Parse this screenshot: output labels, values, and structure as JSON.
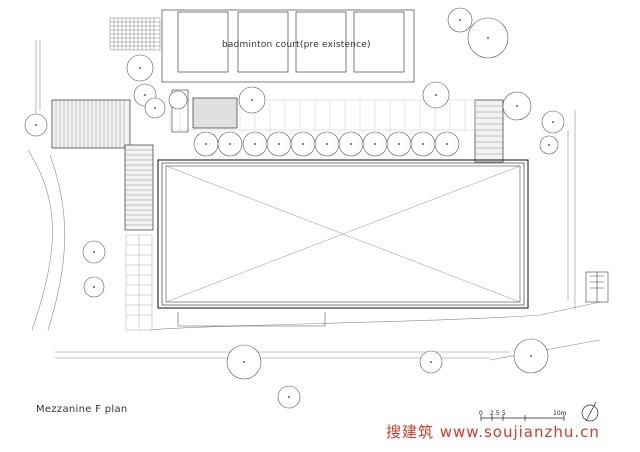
{
  "drawing": {
    "court_label": "badminton court(pre existence)",
    "plan_title": "Mezzanine F plan"
  },
  "scale_bar": {
    "ticks": [
      "0",
      "2.5",
      "5",
      "10m"
    ]
  },
  "watermark": {
    "text": "搜建筑 www.soujianzhu.cn",
    "color": "#d23a2a"
  },
  "colors": {
    "line": "#333333",
    "light_line": "#9a9a9a",
    "tree_fill": "#ffffff",
    "stairs_fill": "#e6e6e6"
  }
}
